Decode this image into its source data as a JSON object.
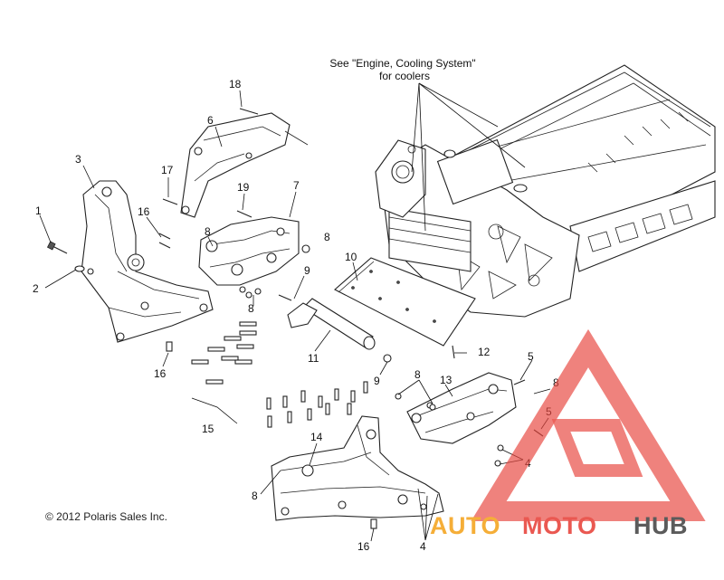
{
  "diagram": {
    "note_line1": "See \"Engine, Cooling System\"",
    "note_line2": "for coolers",
    "copyright": "© 2012 Polaris Sales Inc.",
    "callouts": [
      "18",
      "6",
      "3",
      "17",
      "19",
      "7",
      "1",
      "16",
      "8",
      "2",
      "8",
      "9",
      "10",
      "8",
      "16",
      "11",
      "12",
      "9",
      "5",
      "8",
      "13",
      "8",
      "15",
      "5",
      "14",
      "4",
      "8",
      "16",
      "4"
    ]
  },
  "watermark": {
    "part1": "AUTO",
    "part2": "MOTO",
    "part3": "HUB",
    "color_orange": "#f5a623",
    "color_red": "#e8473f",
    "color_gray": "#4a4a4a"
  }
}
